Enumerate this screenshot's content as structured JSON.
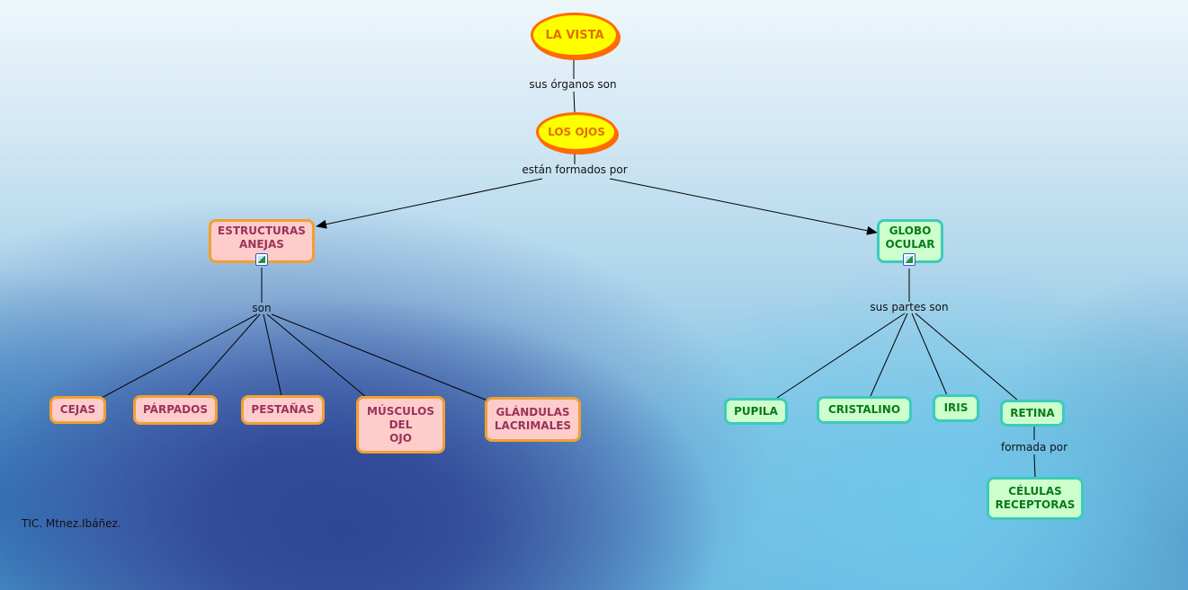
{
  "concept_map": {
    "concepts": {
      "la_vista": "LA VISTA",
      "los_ojos": "LOS OJOS",
      "estructuras_anejas": [
        "ESTRUCTURAS",
        "ANEJAS"
      ],
      "globo_ocular": [
        "GLOBO",
        "OCULAR"
      ],
      "cejas": "CEJAS",
      "parpados": "PÁRPADOS",
      "pestanas": "PESTAÑAS",
      "musculos": [
        "MÚSCULOS",
        "DEL",
        "OJO"
      ],
      "glandulas": [
        "GLÁNDULAS",
        "LACRIMALES"
      ],
      "pupila": "PUPILA",
      "cristalino": "CRISTALINO",
      "iris": "IRIS",
      "retina": "RETINA",
      "celulas": [
        "CÉLULAS",
        "RECEPTORAS"
      ]
    },
    "linking_phrases": {
      "organos": "sus órganos son",
      "formados": "están formados por",
      "son": "son",
      "partes": "sus partes son",
      "formada": "formada por"
    },
    "attachments": {
      "estructuras_anejas": "image-icon",
      "globo_ocular": "image-icon"
    },
    "colors": {
      "oval_fill": "#ffff00",
      "oval_border": "#ff6a00",
      "oval_text": "#e07000",
      "pink_fill": "#ffcccc",
      "pink_border": "#f0a030",
      "pink_text": "#99335a",
      "green_fill": "#ccffcc",
      "green_border": "#3ccbbb",
      "green_text": "#0a7a1a"
    }
  },
  "footer": {
    "credit": "TIC. Mtnez.Ibáñez."
  }
}
